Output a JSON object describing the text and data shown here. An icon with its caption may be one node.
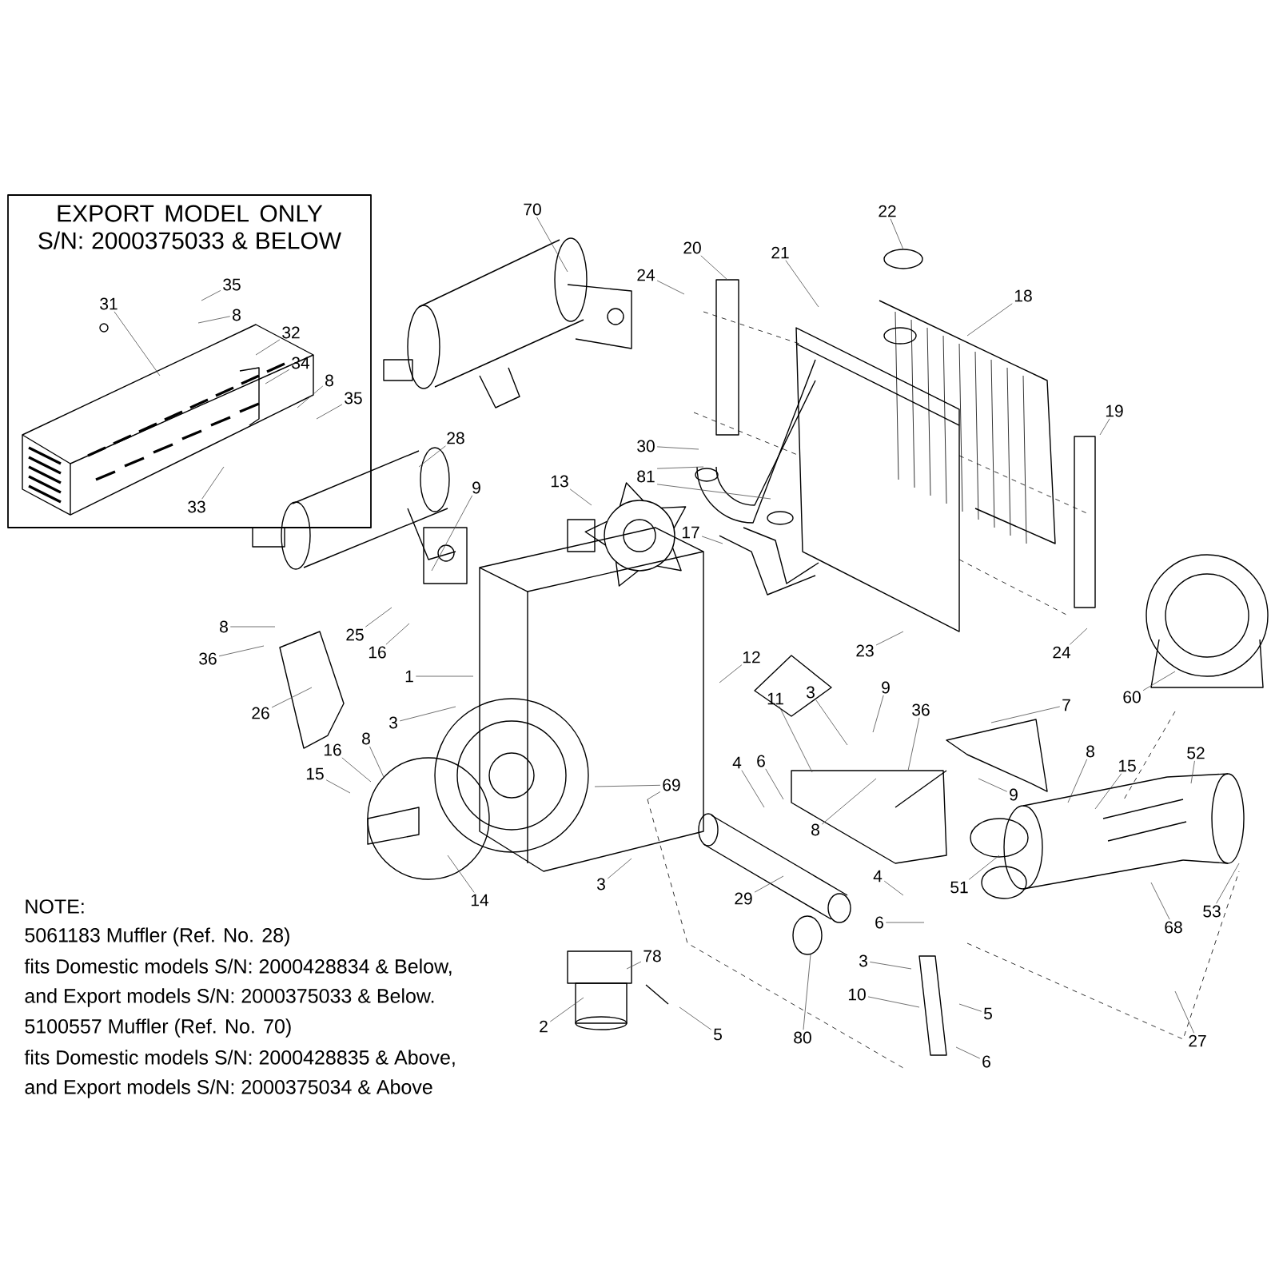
{
  "diagram": {
    "nodes": [
      {
        "text": [
          "EXPORT MODEL ONLY S/N: 2000375033 & BELOW"
        ]
      },
      {
        "text": [
          "35"
        ],
        "in": 0
      },
      {
        "text": [
          "8"
        ],
        "in": 0
      },
      {
        "text": [
          "31"
        ],
        "in": 0
      },
      {
        "text": [
          "32"
        ],
        "in": 0
      },
      {
        "text": [
          "34"
        ],
        "in": 0
      },
      {
        "text": [
          "8"
        ],
        "in": 0
      },
      {
        "text": [
          "35"
        ],
        "in": 0
      },
      {
        "text": [
          "33"
        ],
        "in": 0
      },
      {
        "text": [
          "70"
        ]
      },
      {
        "text": [
          "22"
        ]
      },
      {
        "text": [
          "20"
        ]
      },
      {
        "text": [
          "21"
        ]
      },
      {
        "text": [
          "24"
        ]
      },
      {
        "text": [
          "18"
        ]
      },
      {
        "text": [
          "28"
        ]
      },
      {
        "text": [
          "9"
        ]
      },
      {
        "text": [
          "19"
        ]
      },
      {
        "text": [
          "30"
        ]
      },
      {
        "text": [
          "81"
        ]
      },
      {
        "text": [
          "13"
        ]
      },
      {
        "text": [
          "17"
        ]
      },
      {
        "text": [
          "8"
        ]
      },
      {
        "text": [
          "25"
        ]
      },
      {
        "text": [
          "16"
        ]
      },
      {
        "text": [
          "36"
        ]
      },
      {
        "text": [
          "23"
        ]
      },
      {
        "text": [
          "24"
        ]
      },
      {
        "text": [
          "1"
        ]
      },
      {
        "text": [
          "12"
        ]
      },
      {
        "text": [
          "60"
        ]
      },
      {
        "text": [
          "3"
        ]
      },
      {
        "text": [
          "26"
        ]
      },
      {
        "text": [
          "11"
        ]
      },
      {
        "text": [
          "3"
        ]
      },
      {
        "text": [
          "9"
        ]
      },
      {
        "text": [
          "36"
        ]
      },
      {
        "text": [
          "7"
        ]
      },
      {
        "text": [
          "16"
        ]
      },
      {
        "text": [
          "8"
        ]
      },
      {
        "text": [
          "15"
        ]
      },
      {
        "text": [
          "69"
        ]
      },
      {
        "text": [
          "4"
        ]
      },
      {
        "text": [
          "6"
        ]
      },
      {
        "text": [
          "8"
        ]
      },
      {
        "text": [
          "9"
        ]
      },
      {
        "text": [
          "8"
        ]
      },
      {
        "text": [
          "15"
        ]
      },
      {
        "text": [
          "52"
        ]
      },
      {
        "text": [
          "14"
        ]
      },
      {
        "text": [
          "29"
        ]
      },
      {
        "text": [
          "4"
        ]
      },
      {
        "text": [
          "51"
        ]
      },
      {
        "text": [
          "68"
        ]
      },
      {
        "text": [
          "53"
        ]
      },
      {
        "text": [
          "6"
        ]
      },
      {
        "text": [
          "3"
        ]
      },
      {
        "text": [
          "3"
        ]
      },
      {
        "text": [
          "10"
        ]
      },
      {
        "text": [
          "5"
        ]
      },
      {
        "text": [
          "6"
        ]
      },
      {
        "text": [
          "5"
        ]
      },
      {
        "text": [
          "80"
        ]
      },
      {
        "text": [
          "27"
        ]
      },
      {
        "text": [
          "78"
        ]
      },
      {
        "text": [
          "2"
        ]
      }
    ],
    "edges": [
      {
        "from": 1,
        "to": null,
        "arrow": "none"
      },
      {
        "from": 2,
        "to": null,
        "arrow": "none"
      },
      {
        "from": 3,
        "to": null,
        "arrow": "none"
      },
      {
        "from": 4,
        "to": null,
        "arrow": "none"
      },
      {
        "from": 5,
        "to": null,
        "arrow": "none"
      },
      {
        "from": 6,
        "to": null,
        "arrow": "none"
      },
      {
        "from": 7,
        "to": null,
        "arrow": "none"
      },
      {
        "from": 8,
        "to": null,
        "arrow": "none"
      },
      {
        "from": 9,
        "to": null,
        "arrow": "none"
      },
      {
        "from": 10,
        "to": null,
        "arrow": "none"
      },
      {
        "from": 11,
        "to": null,
        "arrow": "none"
      },
      {
        "from": 12,
        "to": null,
        "arrow": "none"
      },
      {
        "from": 13,
        "to": null,
        "arrow": "none"
      },
      {
        "from": 14,
        "to": null,
        "arrow": "none"
      },
      {
        "from": 15,
        "to": null,
        "arrow": "none"
      },
      {
        "from": 16,
        "to": null,
        "arrow": "none"
      },
      {
        "from": 17,
        "to": null,
        "arrow": "none"
      },
      {
        "from": 18,
        "to": null,
        "arrow": "none"
      },
      {
        "from": 19,
        "to": null,
        "arrow": "none"
      },
      {
        "from": 19,
        "to": null,
        "arrow": "none"
      },
      {
        "from": 20,
        "to": null,
        "arrow": "none"
      },
      {
        "from": 21,
        "to": null,
        "arrow": "none"
      },
      {
        "from": 22,
        "to": null,
        "arrow": "none"
      },
      {
        "from": 23,
        "to": null,
        "arrow": "none"
      },
      {
        "from": 24,
        "to": null,
        "arrow": "none"
      },
      {
        "from": 25,
        "to": null,
        "arrow": "none"
      },
      {
        "from": 26,
        "to": null,
        "arrow": "none"
      },
      {
        "from": 27,
        "to": null,
        "arrow": "none"
      },
      {
        "from": 28,
        "to": null,
        "arrow": "none"
      },
      {
        "from": 29,
        "to": null,
        "arrow": "none"
      },
      {
        "from": 30,
        "to": null,
        "arrow": "none"
      },
      {
        "from": 31,
        "to": null,
        "arrow": "none"
      },
      {
        "from": 32,
        "to": null,
        "arrow": "none"
      },
      {
        "from": 33,
        "to": null,
        "arrow": "none"
      },
      {
        "from": 34,
        "to": null,
        "arrow": "none"
      },
      {
        "from": 35,
        "to": null,
        "arrow": "none"
      },
      {
        "from": 36,
        "to": null,
        "arrow": "none"
      },
      {
        "from": 37,
        "to": null,
        "arrow": "none"
      },
      {
        "from": 38,
        "to": null,
        "arrow": "none"
      },
      {
        "from": 39,
        "to": null,
        "arrow": "none"
      },
      {
        "from": 40,
        "to": null,
        "arrow": "none"
      },
      {
        "from": 41,
        "to": null,
        "arrow": "none"
      },
      {
        "from": 41,
        "to": null,
        "arrow": "none"
      },
      {
        "from": 42,
        "to": null,
        "arrow": "none"
      },
      {
        "from": 43,
        "to": null,
        "arrow": "none"
      },
      {
        "from": 44,
        "to": null,
        "arrow": "none"
      },
      {
        "from": 45,
        "to": null,
        "arrow": "none"
      },
      {
        "from": 46,
        "to": null,
        "arrow": "none"
      },
      {
        "from": 47,
        "to": null,
        "arrow": "none"
      },
      {
        "from": 48,
        "to": null,
        "arrow": "none"
      },
      {
        "from": 49,
        "to": null,
        "arrow": "none"
      },
      {
        "from": 50,
        "to": null,
        "arrow": "none"
      },
      {
        "from": 51,
        "to": null,
        "arrow": "none"
      },
      {
        "from": 52,
        "to": null,
        "arrow": "none"
      },
      {
        "from": 53,
        "to": null,
        "arrow": "none"
      },
      {
        "from": 54,
        "to": null,
        "arrow": "none"
      },
      {
        "from": 55,
        "to": null,
        "arrow": "none"
      },
      {
        "from": 56,
        "to": null,
        "arrow": "none"
      },
      {
        "from": 57,
        "to": null,
        "arrow": "none"
      },
      {
        "from": 58,
        "to": null,
        "arrow": "none"
      },
      {
        "from": 59,
        "to": null,
        "arrow": "none"
      },
      {
        "from": 60,
        "to": null,
        "arrow": "none"
      },
      {
        "from": 61,
        "to": null,
        "arrow": "none"
      },
      {
        "from": 62,
        "to": null,
        "arrow": "none"
      },
      {
        "from": 63,
        "to": null,
        "arrow": "none"
      },
      {
        "from": 64,
        "to": null,
        "arrow": "none"
      },
      {
        "from": 65,
        "to": null,
        "arrow": "none"
      }
    ],
    "labels": [
      "NOTE:",
      "5061183 Muffler (Ref. No. 28)",
      "fits Domestic models S/N: 2000428834 & Below,",
      "and Export models S/N: 2000375033 & Below.",
      "5100557 Muffler (Ref. No. 70)",
      "fits Domestic models S/N: 2000428835 & Above,",
      "and Export models S/N: 2000375034 & Above"
    ]
  }
}
